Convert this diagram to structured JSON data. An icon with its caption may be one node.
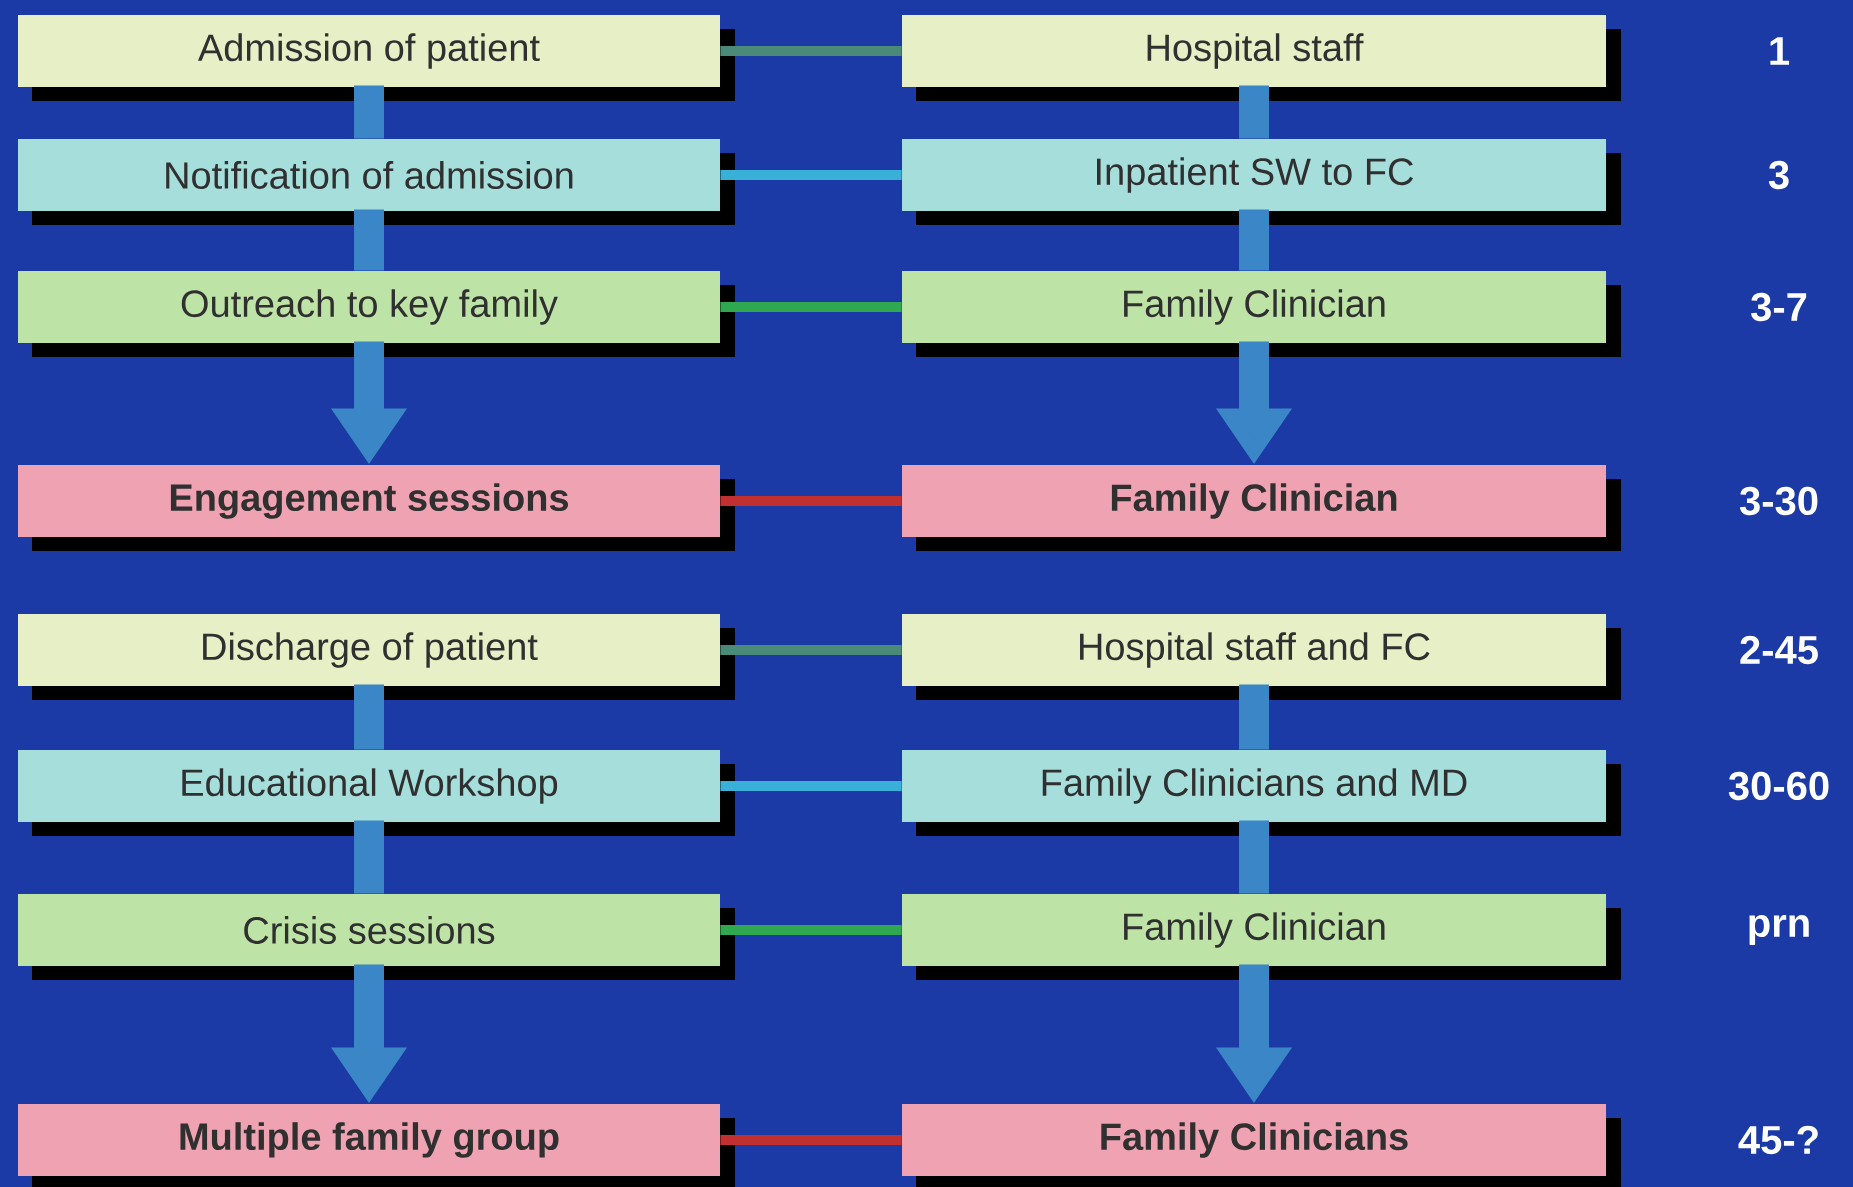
{
  "diagram": {
    "nodes": [
      {
        "text": [
          "Admission of patient"
        ]
      },
      {
        "text": [
          "Hospital staff"
        ]
      },
      {
        "text": [
          "Notification of admission"
        ]
      },
      {
        "text": [
          "Inpatient SW to FC"
        ]
      },
      {
        "text": [
          "Outreach to key family"
        ]
      },
      {
        "text": [
          "Family Clinician"
        ]
      },
      {
        "text": [
          "Engagement sessions"
        ]
      },
      {
        "text": [
          "Family Clinician"
        ]
      },
      {
        "text": [
          "Discharge of patient"
        ]
      },
      {
        "text": [
          "Hospital staff and FC"
        ]
      },
      {
        "text": [
          "Educational Workshop"
        ]
      },
      {
        "text": [
          "Family Clinicians and MD"
        ]
      },
      {
        "text": [
          "Crisis  sessions"
        ]
      },
      {
        "text": [
          "Family Clinician"
        ]
      },
      {
        "text": [
          "Multiple family group"
        ]
      },
      {
        "text": [
          "Family Clinicians"
        ]
      }
    ],
    "edges": [
      {
        "from": 0,
        "to": 1,
        "arrow": "none",
        "color": "#4a8a78"
      },
      {
        "from": 2,
        "to": 3,
        "arrow": "none",
        "color": "#38b0d8"
      },
      {
        "from": 4,
        "to": 5,
        "arrow": "none",
        "color": "#30a850"
      },
      {
        "from": 6,
        "to": 7,
        "arrow": "none",
        "color": "#c03030"
      },
      {
        "from": 8,
        "to": 9,
        "arrow": "none",
        "color": "#4a8a78"
      },
      {
        "from": 10,
        "to": 11,
        "arrow": "none",
        "color": "#38b0d8"
      },
      {
        "from": 12,
        "to": 13,
        "arrow": "none",
        "color": "#30a850"
      },
      {
        "from": 14,
        "to": 15,
        "arrow": "none",
        "color": "#c03030"
      },
      {
        "from": 0,
        "to": 2,
        "arrow": "none"
      },
      {
        "from": 2,
        "to": 4,
        "arrow": "none"
      },
      {
        "from": 4,
        "to": 6,
        "arrow": "to"
      },
      {
        "from": 1,
        "to": 3,
        "arrow": "none"
      },
      {
        "from": 3,
        "to": 5,
        "arrow": "none"
      },
      {
        "from": 5,
        "to": 7,
        "arrow": "to"
      },
      {
        "from": 8,
        "to": 10,
        "arrow": "none"
      },
      {
        "from": 10,
        "to": 12,
        "arrow": "none"
      },
      {
        "from": 12,
        "to": 14,
        "arrow": "to"
      },
      {
        "from": 9,
        "to": 11,
        "arrow": "none"
      },
      {
        "from": 11,
        "to": 13,
        "arrow": "none"
      },
      {
        "from": 13,
        "to": 15,
        "arrow": "to"
      }
    ],
    "labels": [
      "1",
      "3",
      "3-7",
      "3-30",
      "2-45",
      "30-60",
      "prn",
      "45-?"
    ]
  }
}
